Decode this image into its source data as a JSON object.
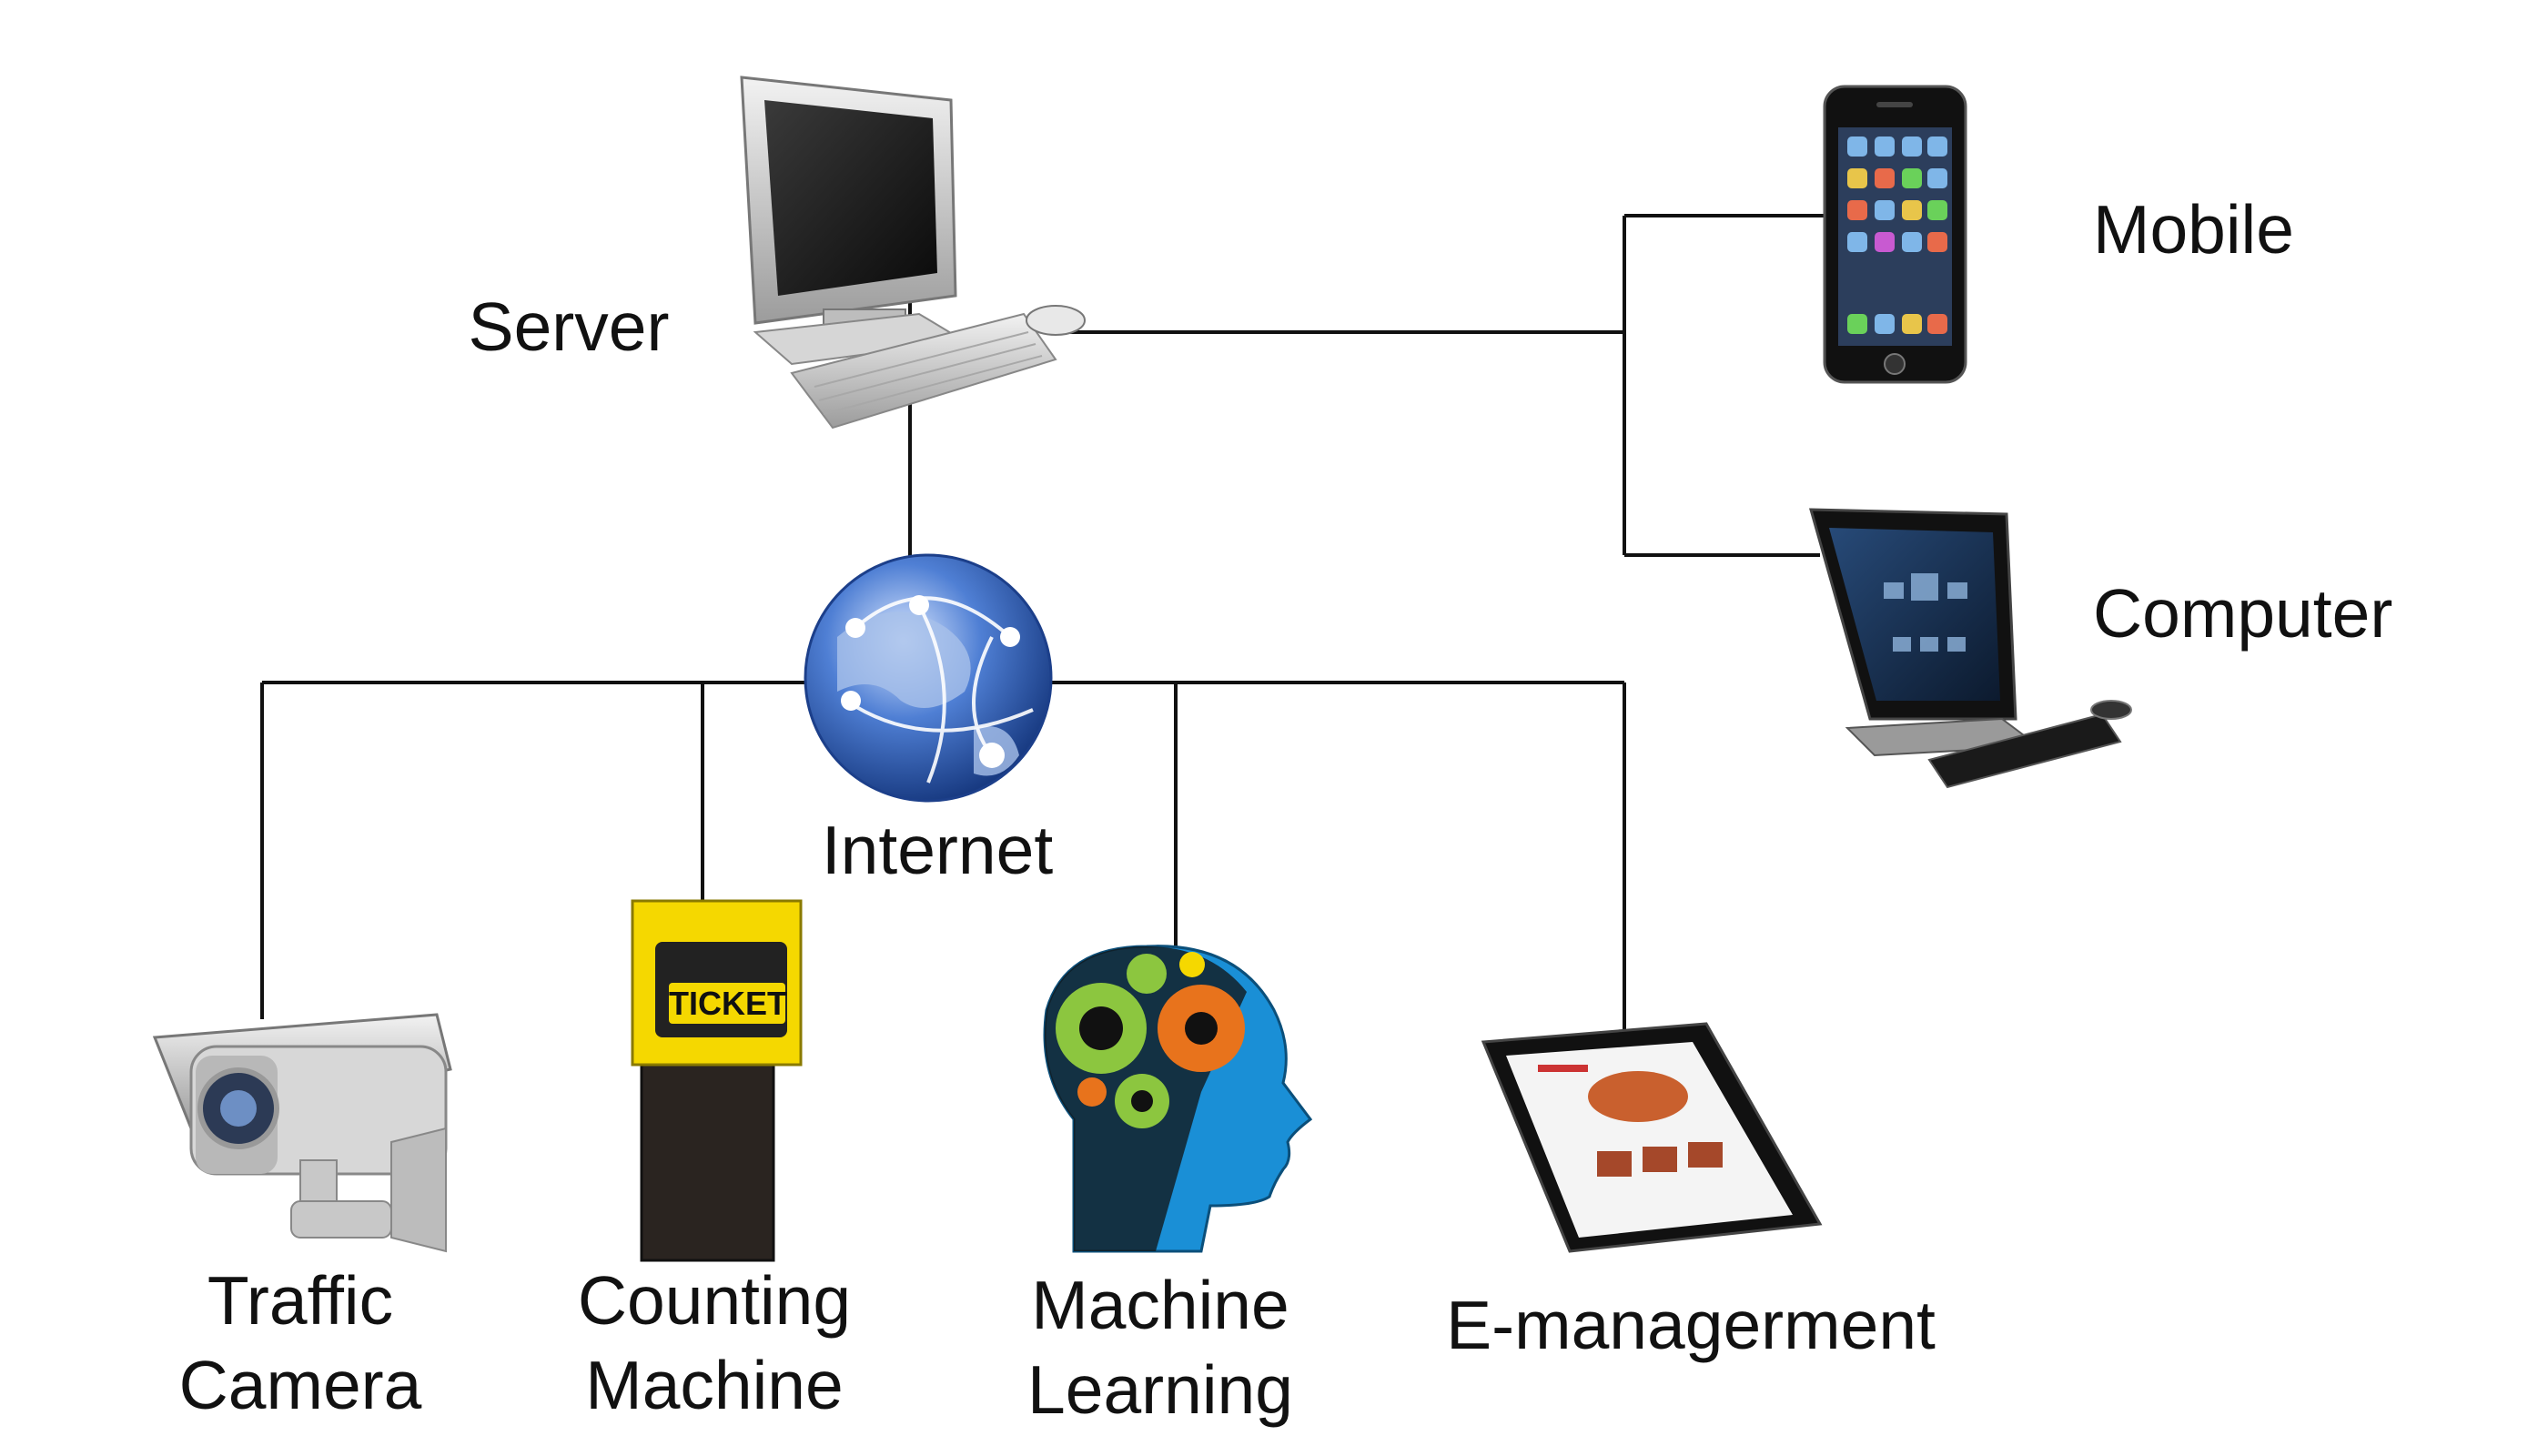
{
  "diagram": {
    "nodes": {
      "server": {
        "label": "Server",
        "icon": "server-computer-icon"
      },
      "internet": {
        "label": "Internet",
        "icon": "globe-icon"
      },
      "mobile": {
        "label": "Mobile",
        "icon": "smartphone-icon"
      },
      "computer": {
        "label": "Computer",
        "icon": "all-in-one-computer-icon"
      },
      "traffic_camera": {
        "line1": "Traffic",
        "line2": "Camera",
        "icon": "security-camera-icon"
      },
      "counting_machine": {
        "line1": "Counting",
        "line2": "Machine",
        "icon": "ticket-machine-icon",
        "badge": "TICKET"
      },
      "machine_learning": {
        "line1": "Machine",
        "line2": "Learning",
        "icon": "gear-head-icon"
      },
      "e_management": {
        "label": "E-managerment",
        "icon": "tablet-icon"
      }
    },
    "colors": {
      "line": "#111111",
      "ticket_yellow": "#f5d800",
      "globe_blue": "#2f5fb8",
      "gear_orange": "#e8731c",
      "gear_green": "#8cc63f",
      "head_blue": "#1a8fd6"
    }
  }
}
